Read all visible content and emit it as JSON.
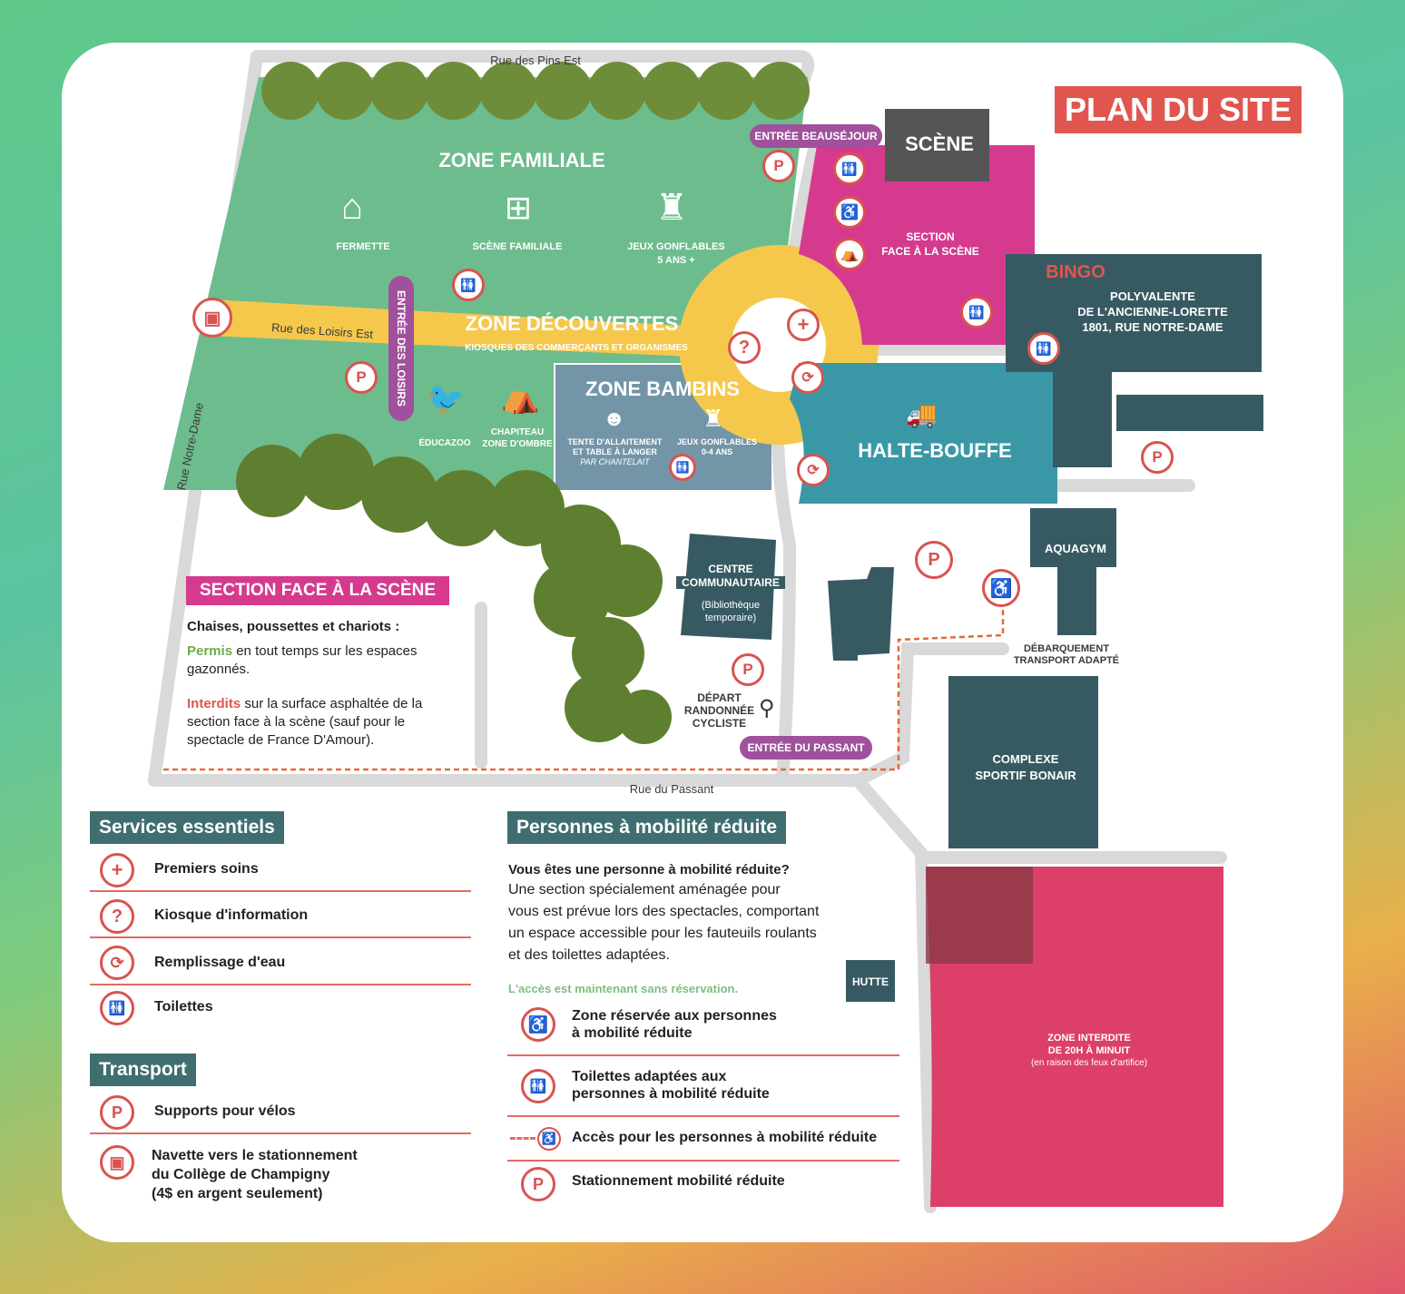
{
  "title": "PLAN DU SITE",
  "roads": {
    "pins": "Rue des Pins Est",
    "loisirs": "Rue des Loisirs Est",
    "notre_dame": "Rue Notre-Dame",
    "passant": "Rue du Passant"
  },
  "entrances": {
    "beausejour": "ENTRÉE BEAUSÉJOUR",
    "loisirs": "ENTRÉE DES LOISIRS",
    "passant": "ENTRÉE DU PASSANT"
  },
  "zones": {
    "familiale": "ZONE FAMILIALE",
    "decouvertes": "ZONE DÉCOUVERTES",
    "decouvertes_sub": "KIOSQUES DES COMMERÇANTS ET ORGANISMES",
    "bambins": "ZONE BAMBINS",
    "halte": "HALTE-BOUFFE",
    "scene": "SCÈNE",
    "section_line1": "SECTION",
    "section_line2": "FACE À LA SCÈNE",
    "bingo": "BINGO",
    "poly_line1": "POLYVALENTE",
    "poly_line2": "DE L'ANCIENNE-LORETTE",
    "poly_line3": "1801, RUE NOTRE-DAME",
    "aquagym": "AQUAGYM",
    "complexe_line1": "COMPLEXE",
    "complexe_line2": "SPORTIF BONAIR",
    "hutte": "HUTTE",
    "interdite_line1": "ZONE INTERDITE",
    "interdite_line2": "DE 20H À MINUIT",
    "interdite_line3": "(en raison des feux d'artifice)",
    "centre_line1": "CENTRE",
    "centre_line2": "COMMUNAUTAIRE",
    "centre_line3": "(Bibliothèque",
    "centre_line4": "temporaire)"
  },
  "attractions": {
    "fermette": "FERMETTE",
    "scene_familiale": "SCÈNE FAMILIALE",
    "jeux1": "JEUX GONFLABLES",
    "jeux1_sub": "5 ANS +",
    "educazoo": "ÉDUCAZOO",
    "chapiteau1": "CHAPITEAU",
    "chapiteau2": "ZONE D'OMBRE",
    "tente1": "TENTE D'ALLAITEMENT",
    "tente2": "ET TABLE À LANGER",
    "tente3": "PAR CHANTELAIT",
    "jeux2": "JEUX GONFLABLES",
    "jeux2_sub": "0-4 ANS",
    "depart1": "DÉPART",
    "depart2": "RANDONNÉE",
    "depart3": "CYCLISTE",
    "debarq1": "DÉBARQUEMENT",
    "debarq2": "TRANSPORT ADAPTÉ"
  },
  "section_box": {
    "title": "SECTION FACE À LA SCÈNE",
    "heading": "Chaises, poussettes et chariots :",
    "permis_word": "Permis",
    "permis_rest": " en tout temps sur les espaces gazonnés.",
    "interdits_word": "Interdits",
    "interdits_rest": " sur la surface asphaltée de la section face à la scène (sauf pour le spectacle de France D'Amour)."
  },
  "services": {
    "title": "Services essentiels",
    "items": [
      "Premiers soins",
      "Kiosque d'information",
      "Remplissage d'eau",
      "Toilettes"
    ]
  },
  "transport": {
    "title": "Transport",
    "items": [
      "Supports pour vélos",
      "Navette vers le stationnement",
      "du Collège de Champigny",
      "(4$ en argent seulement)"
    ]
  },
  "mobilite": {
    "title": "Personnes à mobilité réduite",
    "question": "Vous êtes une personne à mobilité réduite?",
    "text1": "Une section spécialement aménagée pour",
    "text2": "vous est prévue lors des spectacles, comportant",
    "text3": "un espace accessible pour les fauteuils roulants",
    "text4": "et des toilettes adaptées.",
    "note": "L'accès est maintenant sans réservation.",
    "items": [
      "Zone réservée aux personnes",
      "à mobilité réduite",
      "Toilettes adaptées aux",
      "personnes à mobilité réduite",
      "Accès pour les personnes à mobilité réduite",
      "Stationnement mobilité réduite"
    ]
  },
  "colors": {
    "green": "#6dbc8d",
    "yellow": "#f5c84c",
    "magenta": "#d53a8f",
    "teal": "#3a98a6",
    "slate": "#375a62",
    "bambins": "#7495a8",
    "red": "#d9534f",
    "interdite": "#dc3f69",
    "purple": "#a0509c"
  },
  "icons": [
    "first-aid-icon",
    "info-icon",
    "water-refill-icon",
    "toilets-icon",
    "bike-parking-icon",
    "bus-icon",
    "wheelchair-icon",
    "accessible-toilets-icon",
    "accessible-parking-icon"
  ]
}
